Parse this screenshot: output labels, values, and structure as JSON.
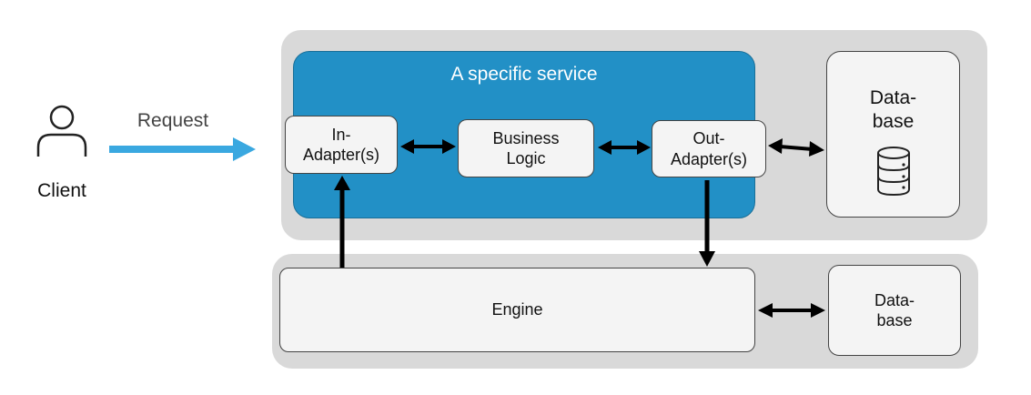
{
  "client": {
    "label": "Client",
    "icon": "user-icon"
  },
  "request": {
    "label": "Request",
    "arrow_color": "#3aa8e0"
  },
  "service": {
    "title": "A specific service",
    "color": "#2290c6",
    "in_adapter": "In-\nAdapter(s)",
    "business_logic": "Business\nLogic",
    "out_adapter": "Out-\nAdapter(s)"
  },
  "database_top": {
    "label": "Data-\nbase",
    "icon": "database-icon"
  },
  "engine": {
    "label": "Engine"
  },
  "database_bottom": {
    "label": "Data-\nbase"
  }
}
